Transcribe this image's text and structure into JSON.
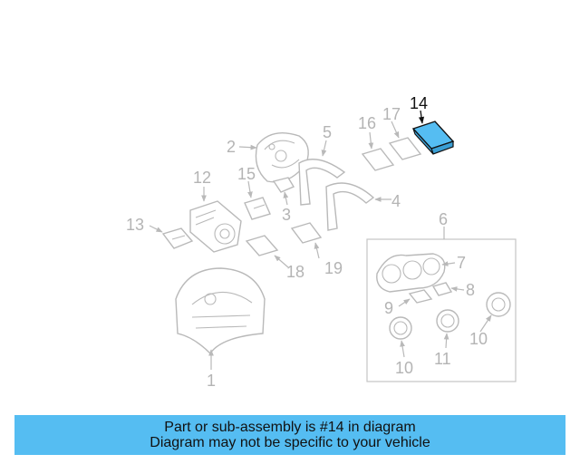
{
  "callouts": {
    "c1": "1",
    "c2": "2",
    "c3": "3",
    "c4": "4",
    "c5": "5",
    "c6": "6",
    "c7": "7",
    "c8": "8",
    "c9": "9",
    "c10a": "10",
    "c10b": "10",
    "c11": "11",
    "c12": "12",
    "c13": "13",
    "c14": "14",
    "c15": "15",
    "c16": "16",
    "c17": "17",
    "c18": "18",
    "c19": "19"
  },
  "highlight_color": "#55bdf2",
  "caption": {
    "line1": "Part or sub-assembly is #14 in diagram",
    "line2": "Diagram may not be specific to your vehicle"
  }
}
